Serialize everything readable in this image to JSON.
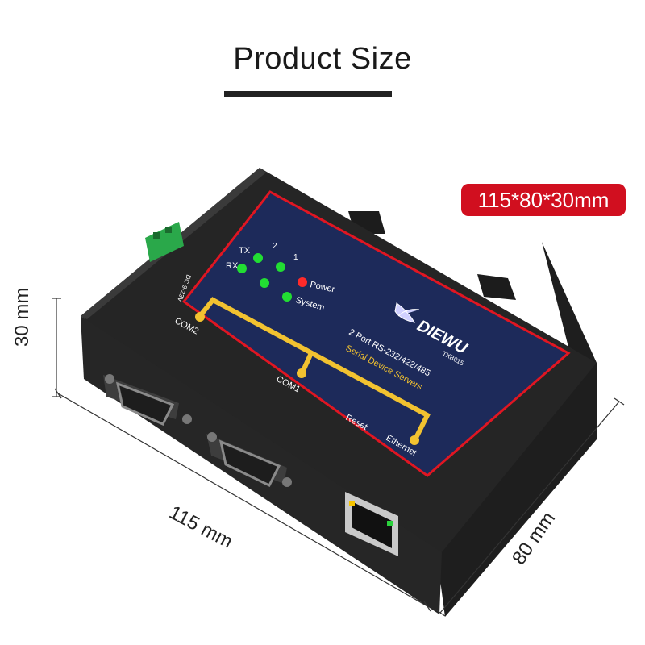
{
  "header": {
    "title": "Product Size"
  },
  "badge": {
    "text": "115*80*30mm"
  },
  "dimensions": {
    "height": "30 mm",
    "width": "115 mm",
    "depth": "80 mm"
  },
  "device": {
    "brand": "DIEWU",
    "model": "TXB015",
    "line1": "2 Port RS-232/422/485",
    "line2": "Serial Device Servers",
    "leds": {
      "tx": "TX",
      "rx": "RX",
      "power": "Power",
      "system": "System",
      "ch1": "1",
      "ch2": "2"
    },
    "ports": {
      "com1": "COM1",
      "com2": "COM2",
      "reset": "Reset",
      "ethernet": "Ethernet"
    },
    "terminal": {
      "voltage": "DC 9-23V"
    }
  },
  "colors": {
    "panel": "#1d2a5a",
    "border": "#e01622",
    "bus": "#f2c230",
    "led_green": "#22dd33",
    "led_red": "#ff2a2a",
    "badge": "#d10f1f"
  }
}
